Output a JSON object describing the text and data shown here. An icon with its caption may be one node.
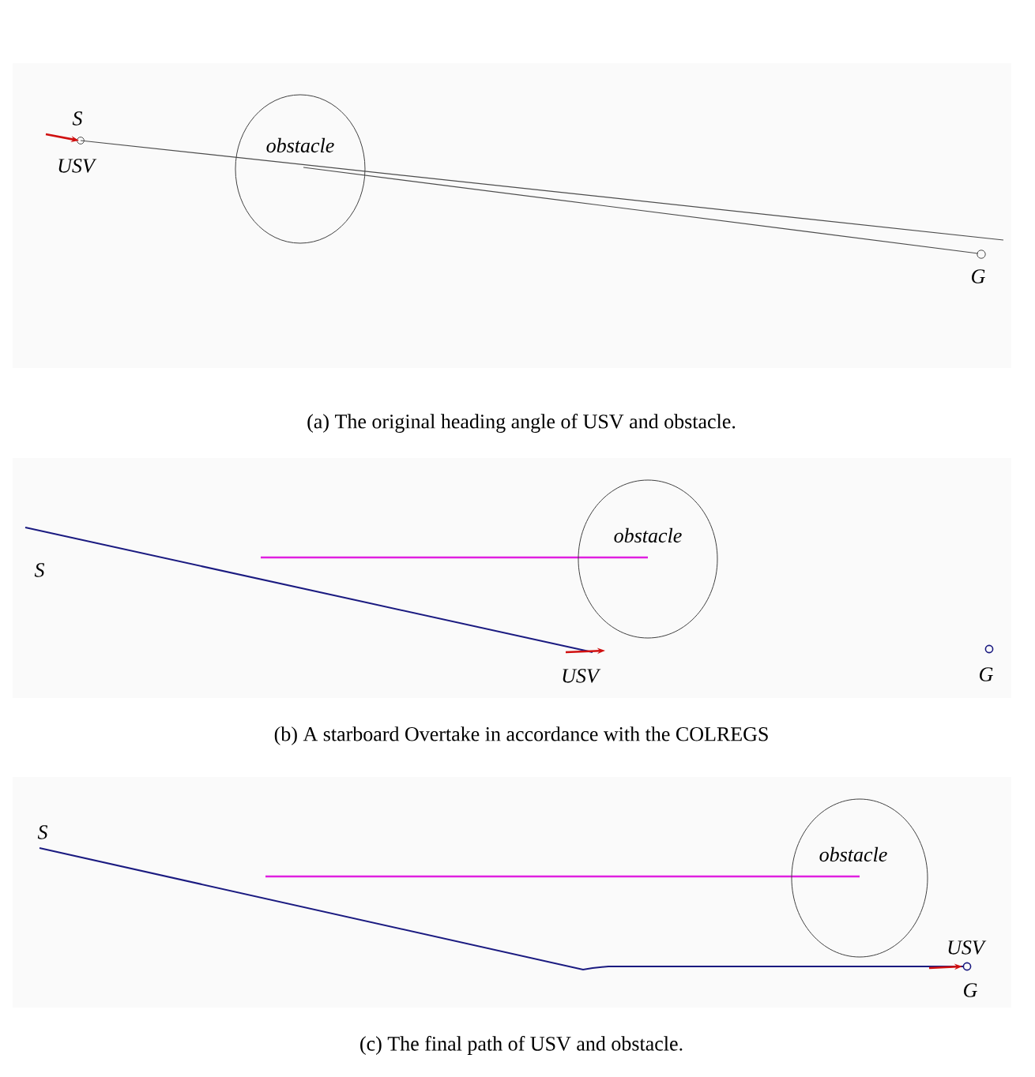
{
  "diagram": {
    "nodes": [
      {
        "text": [
          "obstacle"
        ]
      },
      {
        "text": [
          "obstacle"
        ]
      },
      {
        "text": [
          "obstacle"
        ]
      }
    ],
    "labels": [
      "S",
      "USV",
      "G",
      "(a) The original heading angle of USV and obstacle.",
      "S",
      "USV",
      "G",
      "(b) A starboard Overtake in accordance with the COLREGS",
      "S",
      "USV",
      "G",
      "(c) The final path of USV and obstacle."
    ]
  }
}
